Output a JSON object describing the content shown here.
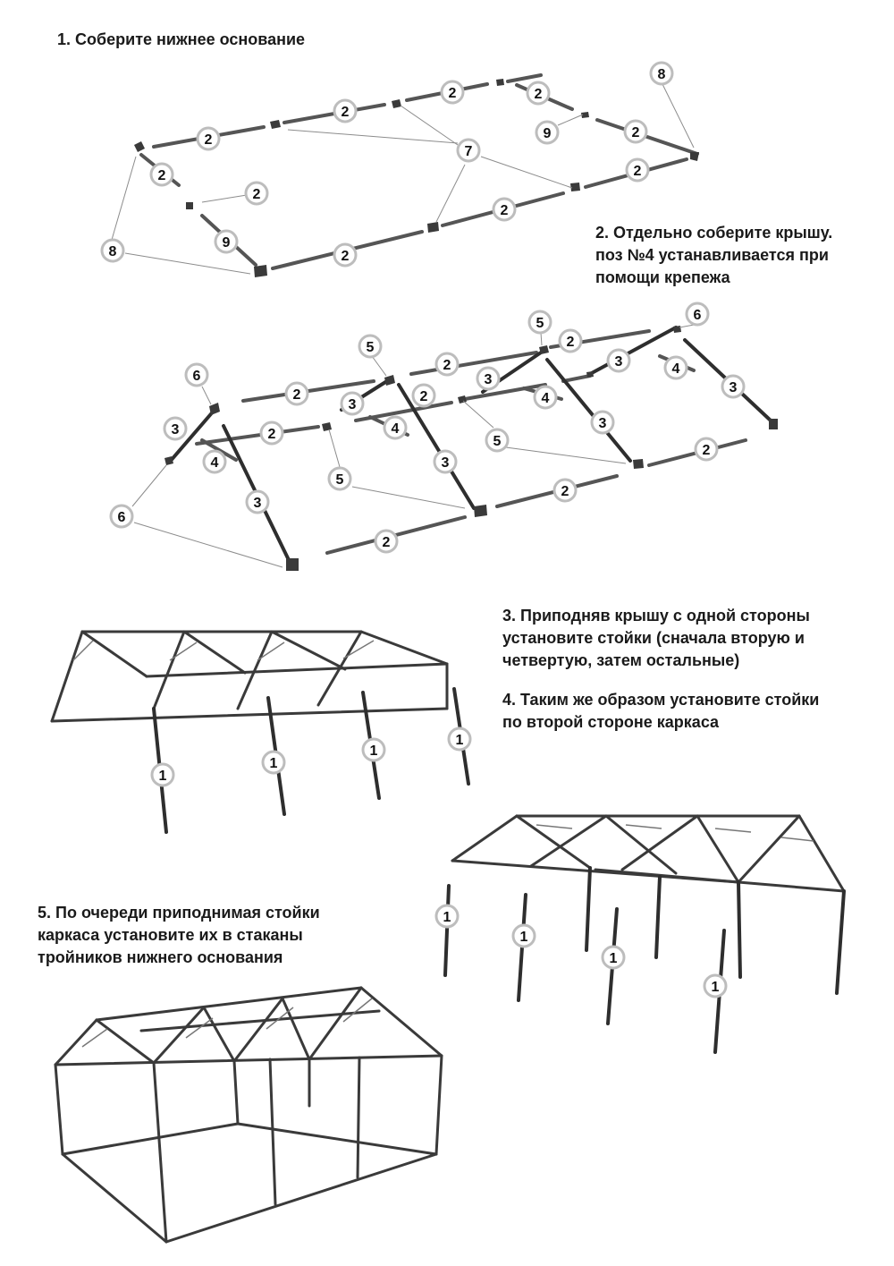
{
  "steps": {
    "step1": {
      "lines": [
        "1. Соберите нижнее основание"
      ]
    },
    "step2": {
      "lines": [
        "2. Отдельно соберите крышу.",
        "поз №4 устанавливается при",
        "помощи крепежа"
      ]
    },
    "step3": {
      "lines": [
        "3. Приподняв крышу с одной стороны",
        "установите стойки (сначала вторую и",
        "четвертую, затем остальные)"
      ]
    },
    "step4": {
      "lines": [
        "4. Таким же образом установите стойки",
        "по второй стороне каркаса"
      ]
    },
    "step5": {
      "lines": [
        "5. По очереди приподнимая стойки",
        "каркаса установите их в стаканы",
        "тройников нижнего основания"
      ]
    }
  },
  "part_labels": {
    "base": [
      "2",
      "2",
      "2",
      "2",
      "8",
      "9",
      "2",
      "7",
      "2",
      "2",
      "2",
      "2",
      "9",
      "2",
      "8",
      "2"
    ],
    "roof": [
      "6",
      "5",
      "5",
      "6",
      "2",
      "2",
      "2",
      "3",
      "3",
      "4",
      "4",
      "3",
      "2",
      "3",
      "4",
      "3",
      "2",
      "3",
      "4",
      "5",
      "3",
      "2",
      "5",
      "2",
      "3",
      "6",
      "2"
    ],
    "step3": [
      "1",
      "1",
      "1",
      "1"
    ],
    "step4": [
      "1",
      "1",
      "1",
      "1"
    ]
  }
}
